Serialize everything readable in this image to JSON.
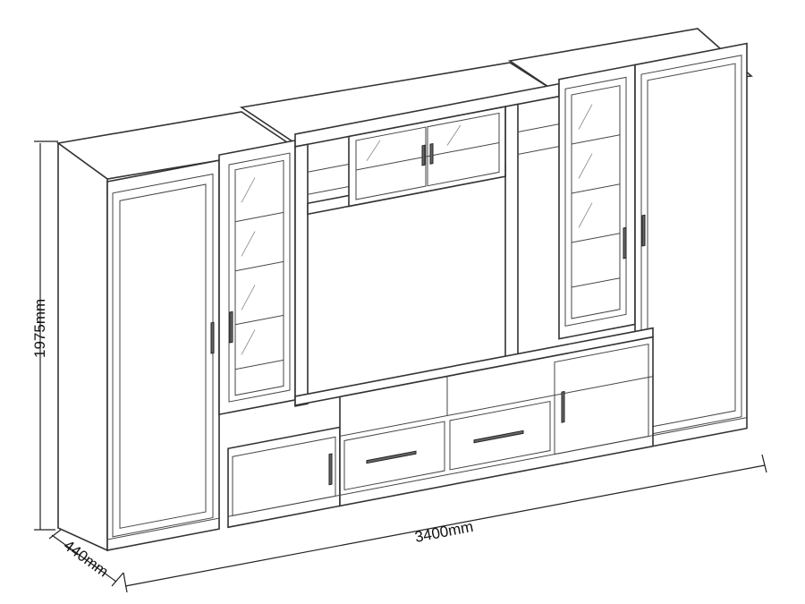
{
  "title": "Wall unit dimension drawing",
  "dimensions": {
    "height": "1975mm",
    "width": "3400mm",
    "depth": "440mm"
  }
}
